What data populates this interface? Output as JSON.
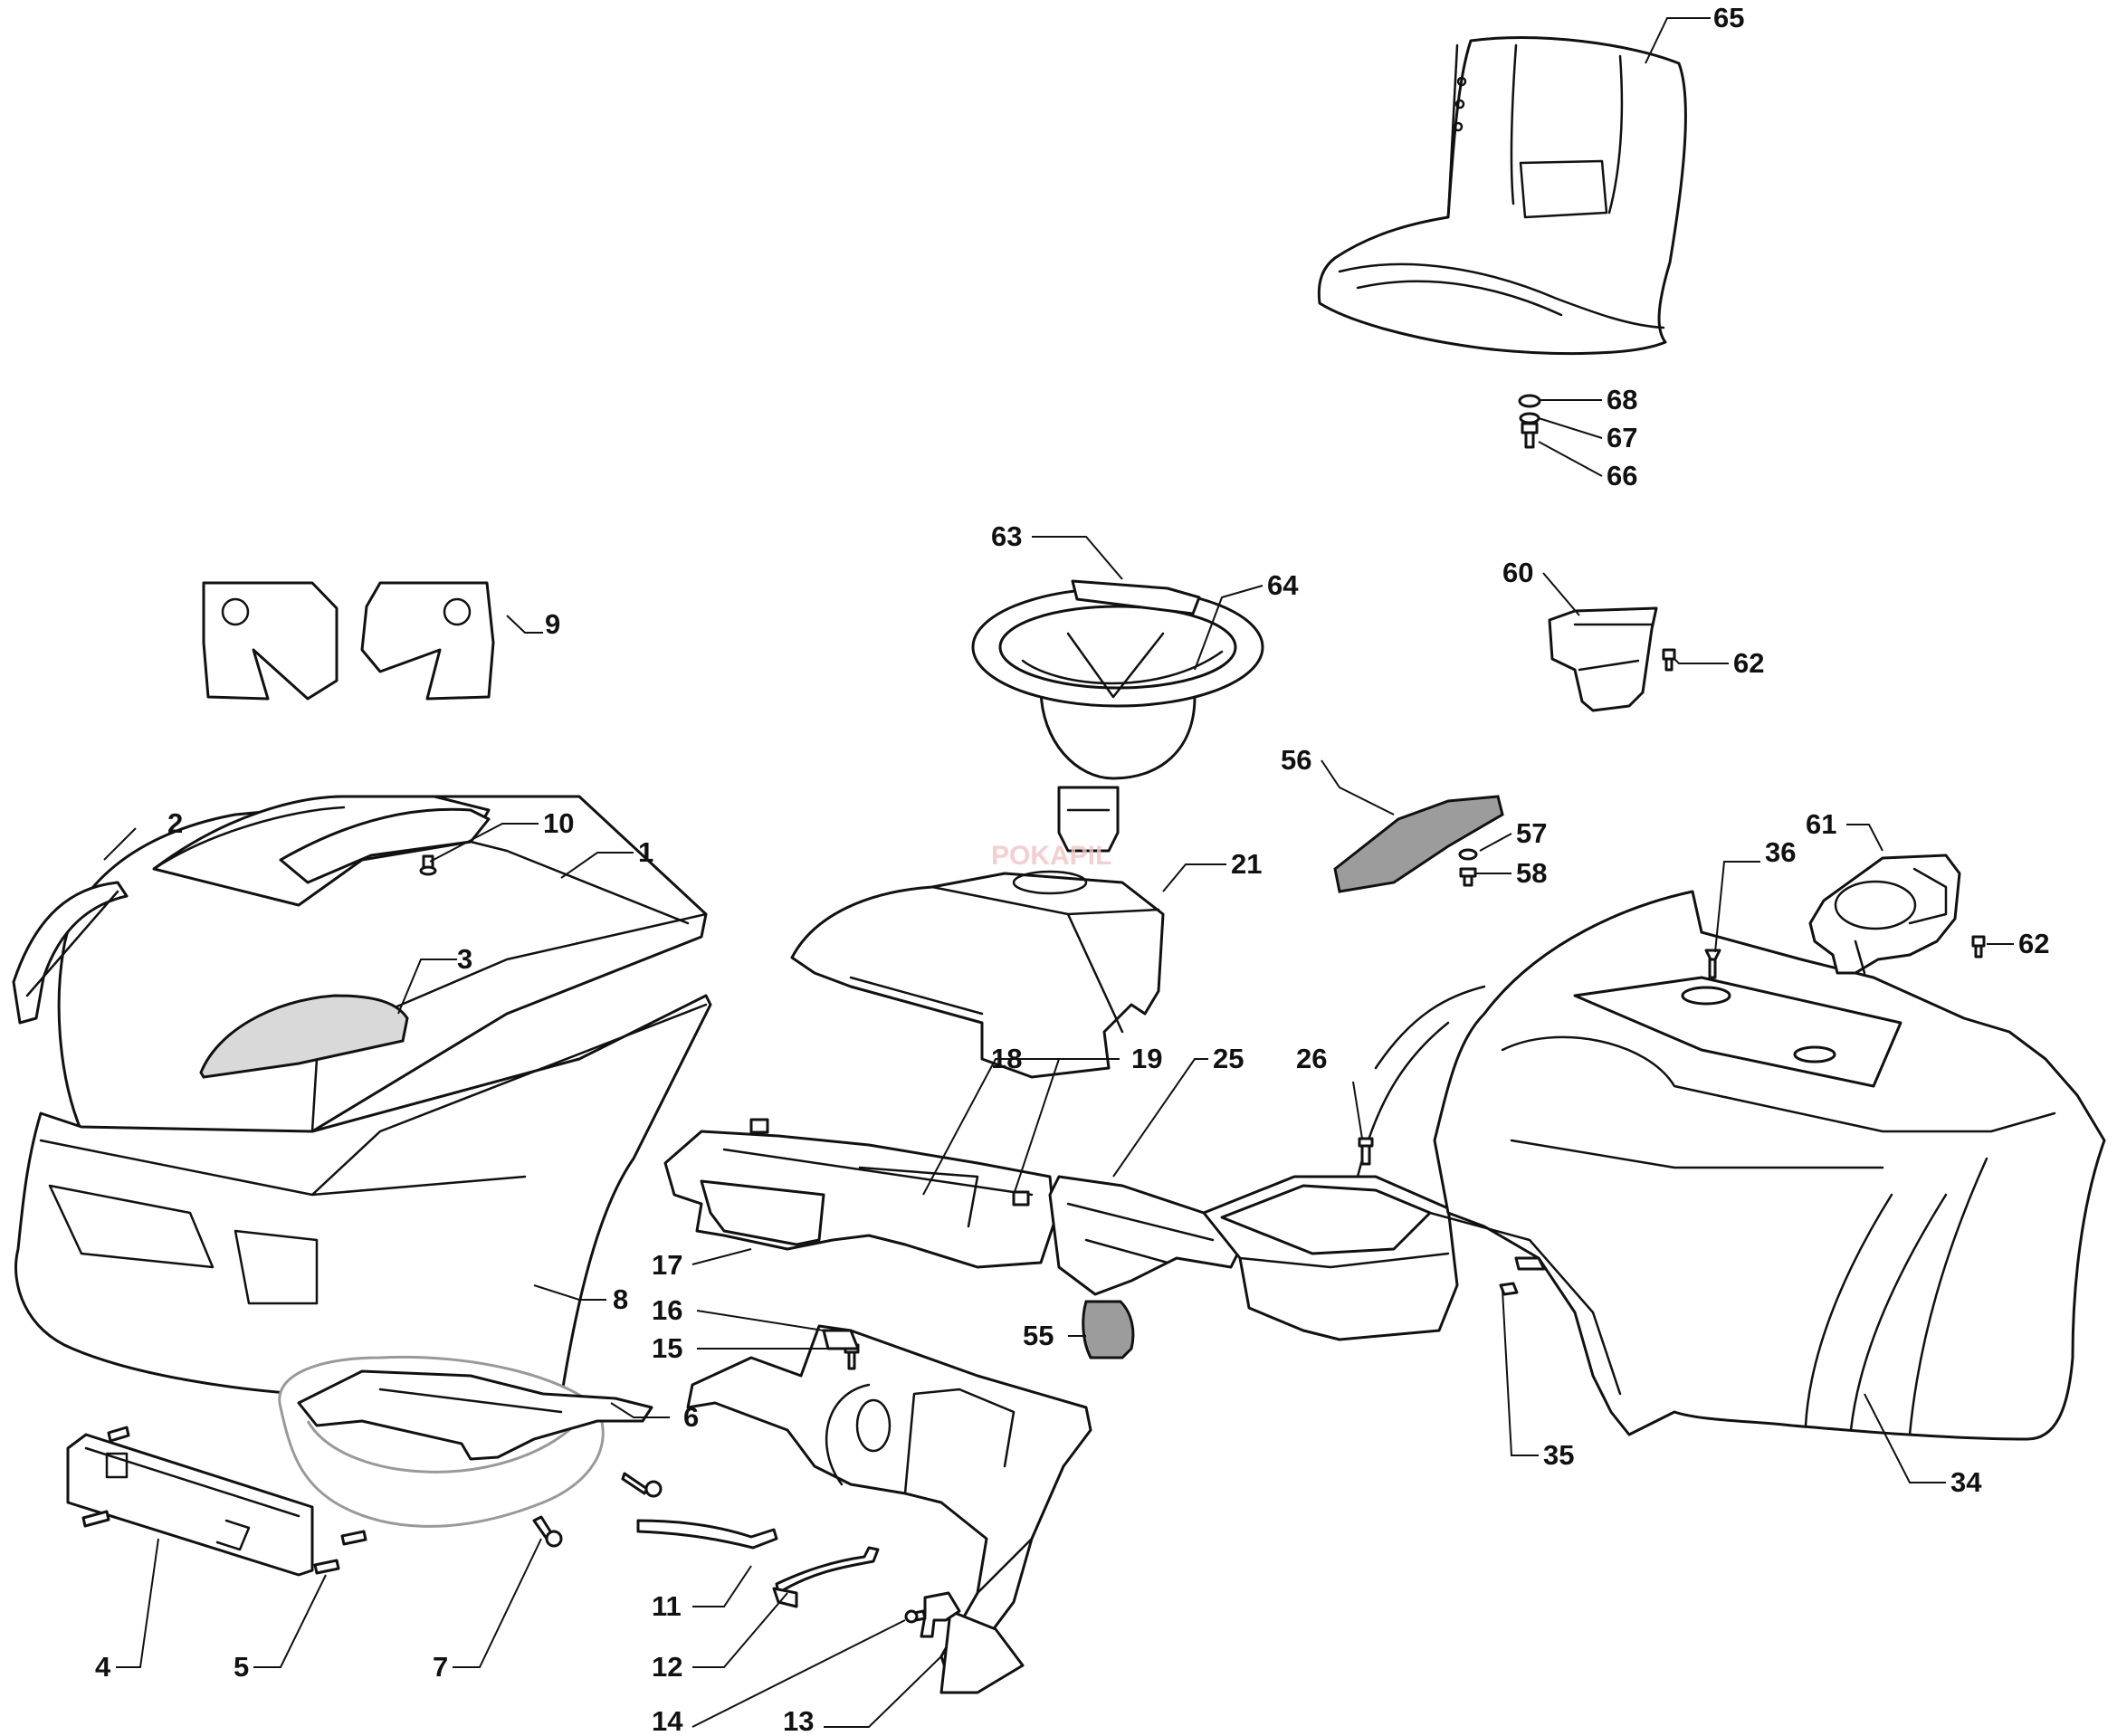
{
  "diagram": {
    "title": "Body and seat exploded parts view",
    "watermark": "POKAPIL",
    "colors": {
      "line": "#111111",
      "fill": "#ffffff",
      "shade": "#d9d9d9",
      "dark": "#9c9c9c",
      "ghost": "#999999"
    },
    "callouts": {
      "c1": "1",
      "c2": "2",
      "c3": "3",
      "c4": "4",
      "c5": "5",
      "c6": "6",
      "c7": "7",
      "c8": "8",
      "c9": "9",
      "c10": "10",
      "c11": "11",
      "c12": "12",
      "c13": "13",
      "c14": "14",
      "c15": "15",
      "c16": "16",
      "c17": "17",
      "c18": "18",
      "c19": "19",
      "c21": "21",
      "c25": "25",
      "c26": "26",
      "c34": "34",
      "c35": "35",
      "c36": "36",
      "c55": "55",
      "c56": "56",
      "c57": "57",
      "c58": "58",
      "c60": "60",
      "c61": "61",
      "c62a": "62",
      "c62b": "62",
      "c63": "63",
      "c64": "64",
      "c65": "65",
      "c66": "66",
      "c67": "67",
      "c68": "68"
    }
  }
}
